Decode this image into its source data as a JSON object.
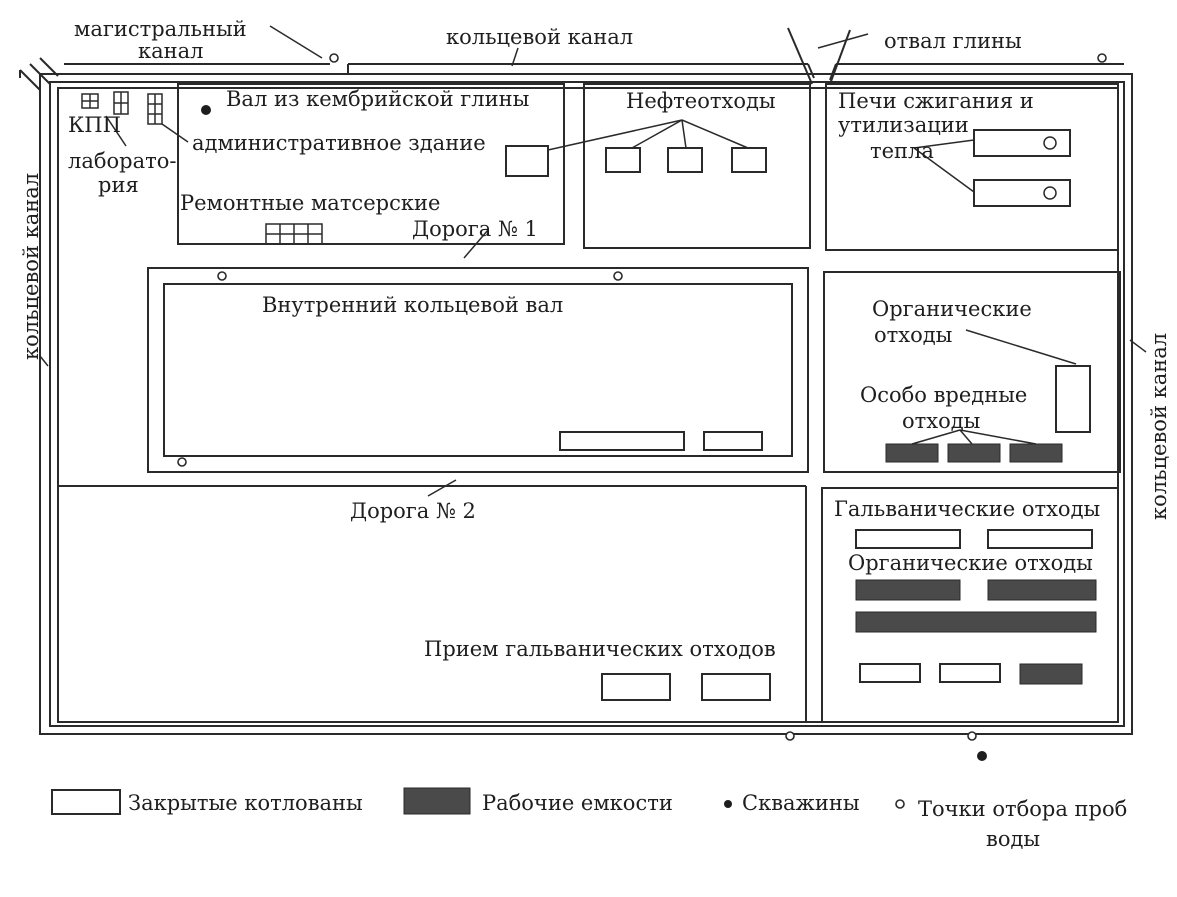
{
  "labels": {
    "main_canal": [
      "магистральный",
      "канал"
    ],
    "ring_canal_top": "кольцевой канал",
    "clay_dump": "отвал глины",
    "ring_canal_left": "кольцевой канал",
    "ring_canal_right": "кольцевой канал",
    "kpp": "КПП",
    "laboratory": [
      "лаборато-",
      "рия"
    ],
    "cambrian_clay_wall": "Вал из кембрийской глины",
    "admin_building": "административное здание",
    "repair_shops": "Ремонтные матсерские",
    "road_1": "Дорога № 1",
    "oil_waste": "Нефтеотходы",
    "furnaces": [
      "Печи сжигания и",
      "утилизации",
      "тепла"
    ],
    "inner_ring_wall": "Внутренний кольцевой вал",
    "organic_waste_upper": [
      "Органические",
      "отходы"
    ],
    "hazardous_waste": [
      "Особо вредные",
      "отходы"
    ],
    "road_2": "Дорога № 2",
    "galvanic_waste": "Гальванические отходы",
    "organic_waste_lower": "Органические отходы",
    "galvanic_intake": "Прием гальванических отходов"
  },
  "legend": {
    "closed_pits": "Закрытые котлованы",
    "work_tanks": "Рабочие емкости",
    "wells": "Скважины",
    "sampling_points": [
      "Точки отбора проб",
      "воды"
    ]
  },
  "colors": {
    "ink": "#2a2a2a",
    "work_tank_fill": "#4a4a4a",
    "background": "#ffffff"
  }
}
